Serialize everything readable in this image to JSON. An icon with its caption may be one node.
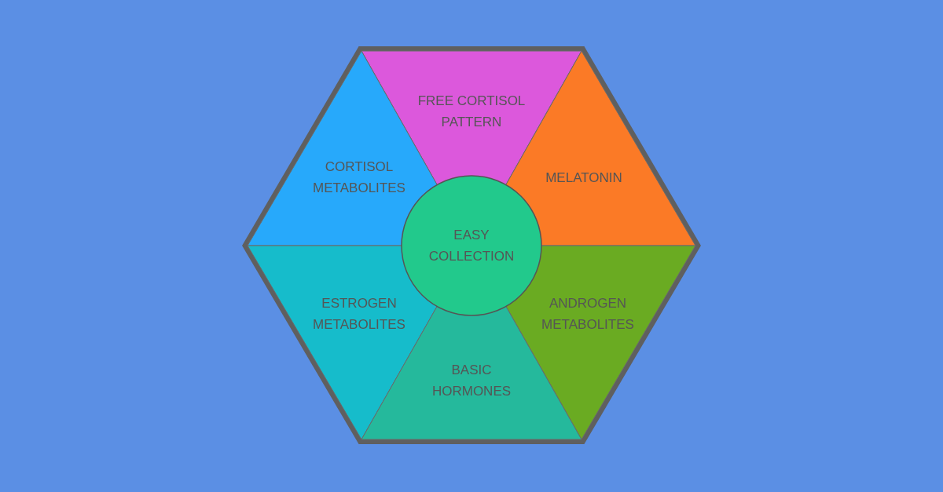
{
  "diagram": {
    "nodes": [
      {
        "text": [],
        "shape": "hexagon"
      },
      {
        "text": [
          "FREE CORTISOL PATTERN"
        ],
        "in": 0
      },
      {
        "text": [
          "CORTISOL METABOLITES"
        ],
        "in": 0
      },
      {
        "text": [
          "MELATONIN"
        ],
        "in": 0
      },
      {
        "text": [
          "EASY COLLECTION"
        ],
        "in": 0
      },
      {
        "text": [
          "ESTROGEN METABOLITES"
        ],
        "in": 0
      },
      {
        "text": [
          "ANDROGEN METABOLITES"
        ],
        "in": 0
      },
      {
        "text": [
          "BASIC HORMONES"
        ],
        "in": 0
      }
    ],
    "edges": []
  }
}
